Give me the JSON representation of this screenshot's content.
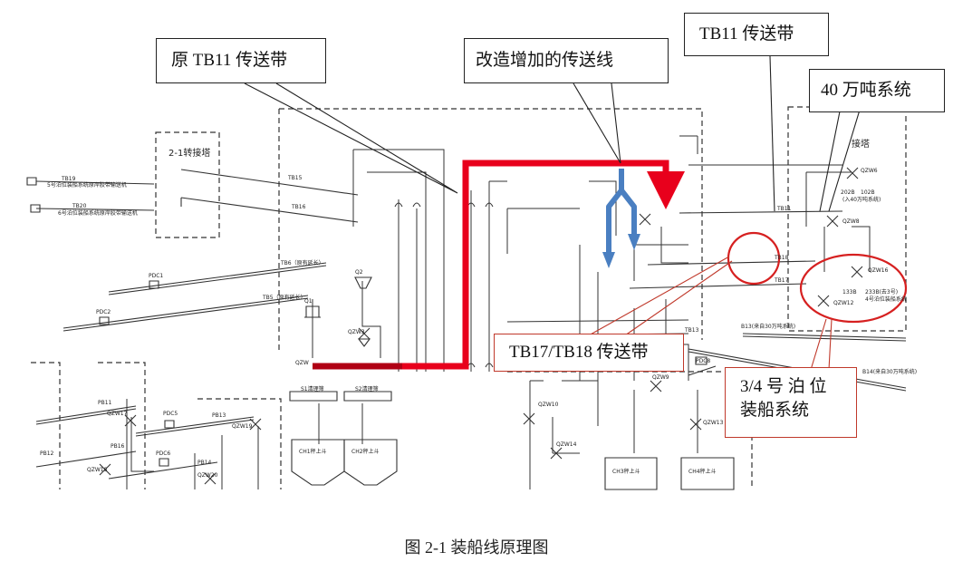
{
  "labels": {
    "orig_tb11": "原 TB11 传送带",
    "added_line": "改造增加的传送线",
    "tb11": "TB11 传送带",
    "system_40": "40 万吨系统",
    "tb17_tb18": "TB17/TB18 传送带",
    "berth_34_line1": "3/4  号 泊 位",
    "berth_34_line2": "装船系统"
  },
  "diagram_text": {
    "tower_21": "2-1转接塔",
    "tower": "接塔",
    "tb19": "TB19",
    "tb19_desc": "5号泊位装船系统原岸胶带输送机",
    "tb20": "TB20",
    "tb20_desc": "6号泊位装船系统原岸胶带输送机",
    "tb15": "TB15",
    "tb16": "TB16",
    "tb6": "TB6（原有延长）",
    "tb5": "TB5（原有延长）",
    "pdc1": "PDC1",
    "pdc2": "PDC2",
    "q2": "Q2",
    "q1": "Q1",
    "qzw3": "QZW3",
    "qzw": "QZW",
    "s1": "S1清理筛",
    "s2": "S2清理筛",
    "ch1": "CH1秤上斗",
    "ch2": "CH2秤上斗",
    "ch3": "CH3秤上斗",
    "ch4": "CH4秤上斗",
    "tb11_small": "TB11",
    "tb18_small": "TB18",
    "tb17_small": "TB17",
    "tb13_small": "TB13",
    "qzw6": "QZW6",
    "b202": "202B",
    "b102": "102B",
    "into_40": "(入40万吨系统)",
    "qzw8": "QZW8",
    "qzw16": "QZW16",
    "qzw12": "QZW12",
    "b133": "133B",
    "b233": "233B(去3号)",
    "berth4": "4号泊位装船系统",
    "b13": "B13(来自30万吨系统)",
    "b14": "B14(来自30万吨系统)",
    "pdc8": "PDC8",
    "qzw9": "QZW9",
    "qzw10": "QZW10",
    "qzw14": "QZW14",
    "qzw13": "QZW13",
    "pb11": "PB11",
    "qzw17": "QZW17",
    "pdc5": "PDC5",
    "pb13": "PB13",
    "qzw19": "QZW19",
    "pb12": "PB12",
    "pb16": "PB16",
    "qzw18": "QZW18",
    "pdc6": "PDC6",
    "pb14": "PB14",
    "qzw20": "QZW20"
  },
  "caption": "图 2-1 装船线原理图",
  "colors": {
    "line": "#333333",
    "red_path": "#e8001c",
    "blue_path": "#4a7fc1",
    "circle": "#d62020",
    "callout_red": "#c0392b"
  }
}
